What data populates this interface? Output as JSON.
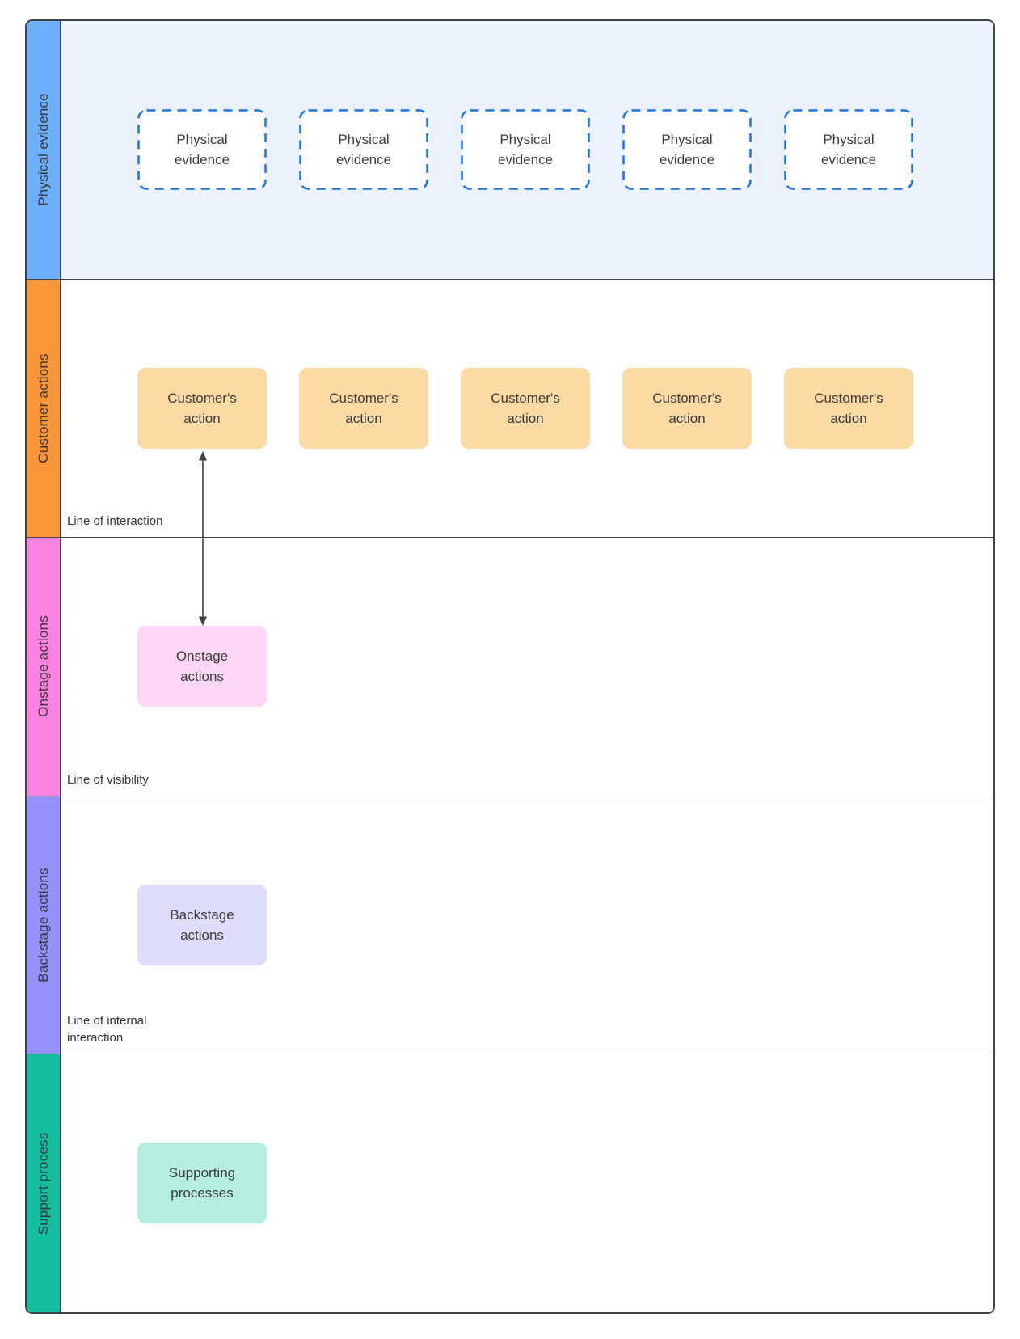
{
  "lanes": [
    {
      "label": "Physical evidence",
      "sidebar_color": "#6caffc",
      "content_bg": "#ebf2fd",
      "box_fill": "#ffffff",
      "box_border_color": "#1a73e8",
      "boxes": [
        {
          "label": "Physical evidence"
        },
        {
          "label": "Physical evidence"
        },
        {
          "label": "Physical evidence"
        },
        {
          "label": "Physical evidence"
        },
        {
          "label": "Physical evidence"
        }
      ]
    },
    {
      "label": "Customer actions",
      "sidebar_color": "#f9963a",
      "content_bg": "#ffffff",
      "box_fill": "#fcdaa3",
      "boxes": [
        {
          "label": "Customer's action"
        },
        {
          "label": "Customer's action"
        },
        {
          "label": "Customer's action"
        },
        {
          "label": "Customer's action"
        },
        {
          "label": "Customer's action"
        }
      ],
      "boundary_label": "Line of interaction"
    },
    {
      "label": "Onstage actions",
      "sidebar_color": "#fc82df",
      "content_bg": "#ffffff",
      "box_fill": "#fbd7f4",
      "boxes": [
        {
          "label": "Onstage actions"
        }
      ],
      "boundary_label": "Line of visibility"
    },
    {
      "label": "Backstage actions",
      "sidebar_color": "#9590fa",
      "content_bg": "#ffffff",
      "box_fill": "#deddf9",
      "boxes": [
        {
          "label": "Backstage actions"
        }
      ],
      "boundary_label": "Line of internal interaction"
    },
    {
      "label": "Support process",
      "sidebar_color": "#14bd9e",
      "content_bg": "#ffffff",
      "box_fill": "#b5eee1",
      "boxes": [
        {
          "label": "Supporting processes"
        }
      ]
    }
  ],
  "connector": {
    "color": "#3f4245"
  }
}
